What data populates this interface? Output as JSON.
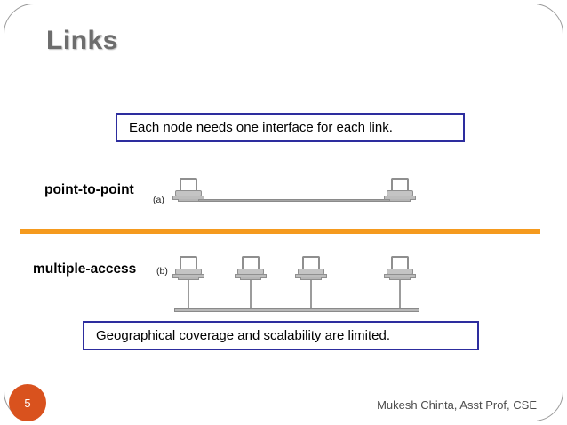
{
  "slide": {
    "title": "Links",
    "page_number": "5",
    "credit": "Mukesh Chinta, Asst Prof, CSE",
    "accent_color": "#f59a1e",
    "badge_color": "#d9521e",
    "callout_border_color": "#2d2d9e",
    "title_color": "#6d6d6d"
  },
  "callouts": {
    "top": "Each node needs one interface for each link.",
    "bottom": "Geographical coverage and scalability are limited."
  },
  "diagrams": [
    {
      "label": "point-to-point",
      "sublabel": "(a)",
      "type": "point-to-point",
      "node_count": 2,
      "node_icon": "computer-icon"
    },
    {
      "label": "multiple-access",
      "sublabel": "(b)",
      "type": "bus",
      "node_count": 4,
      "node_icon": "computer-icon"
    }
  ]
}
